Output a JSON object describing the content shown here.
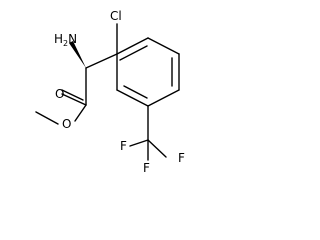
{
  "molecule": {
    "atoms": {
      "amine": "H",
      "amine_sub": "2",
      "amine_n": "N",
      "chlorine": "Cl",
      "carbonyl_oxygen": "O",
      "ester_oxygen": "O",
      "fluorine_top": "F",
      "fluorine_left": "F",
      "fluorine_bottom": "F"
    }
  }
}
